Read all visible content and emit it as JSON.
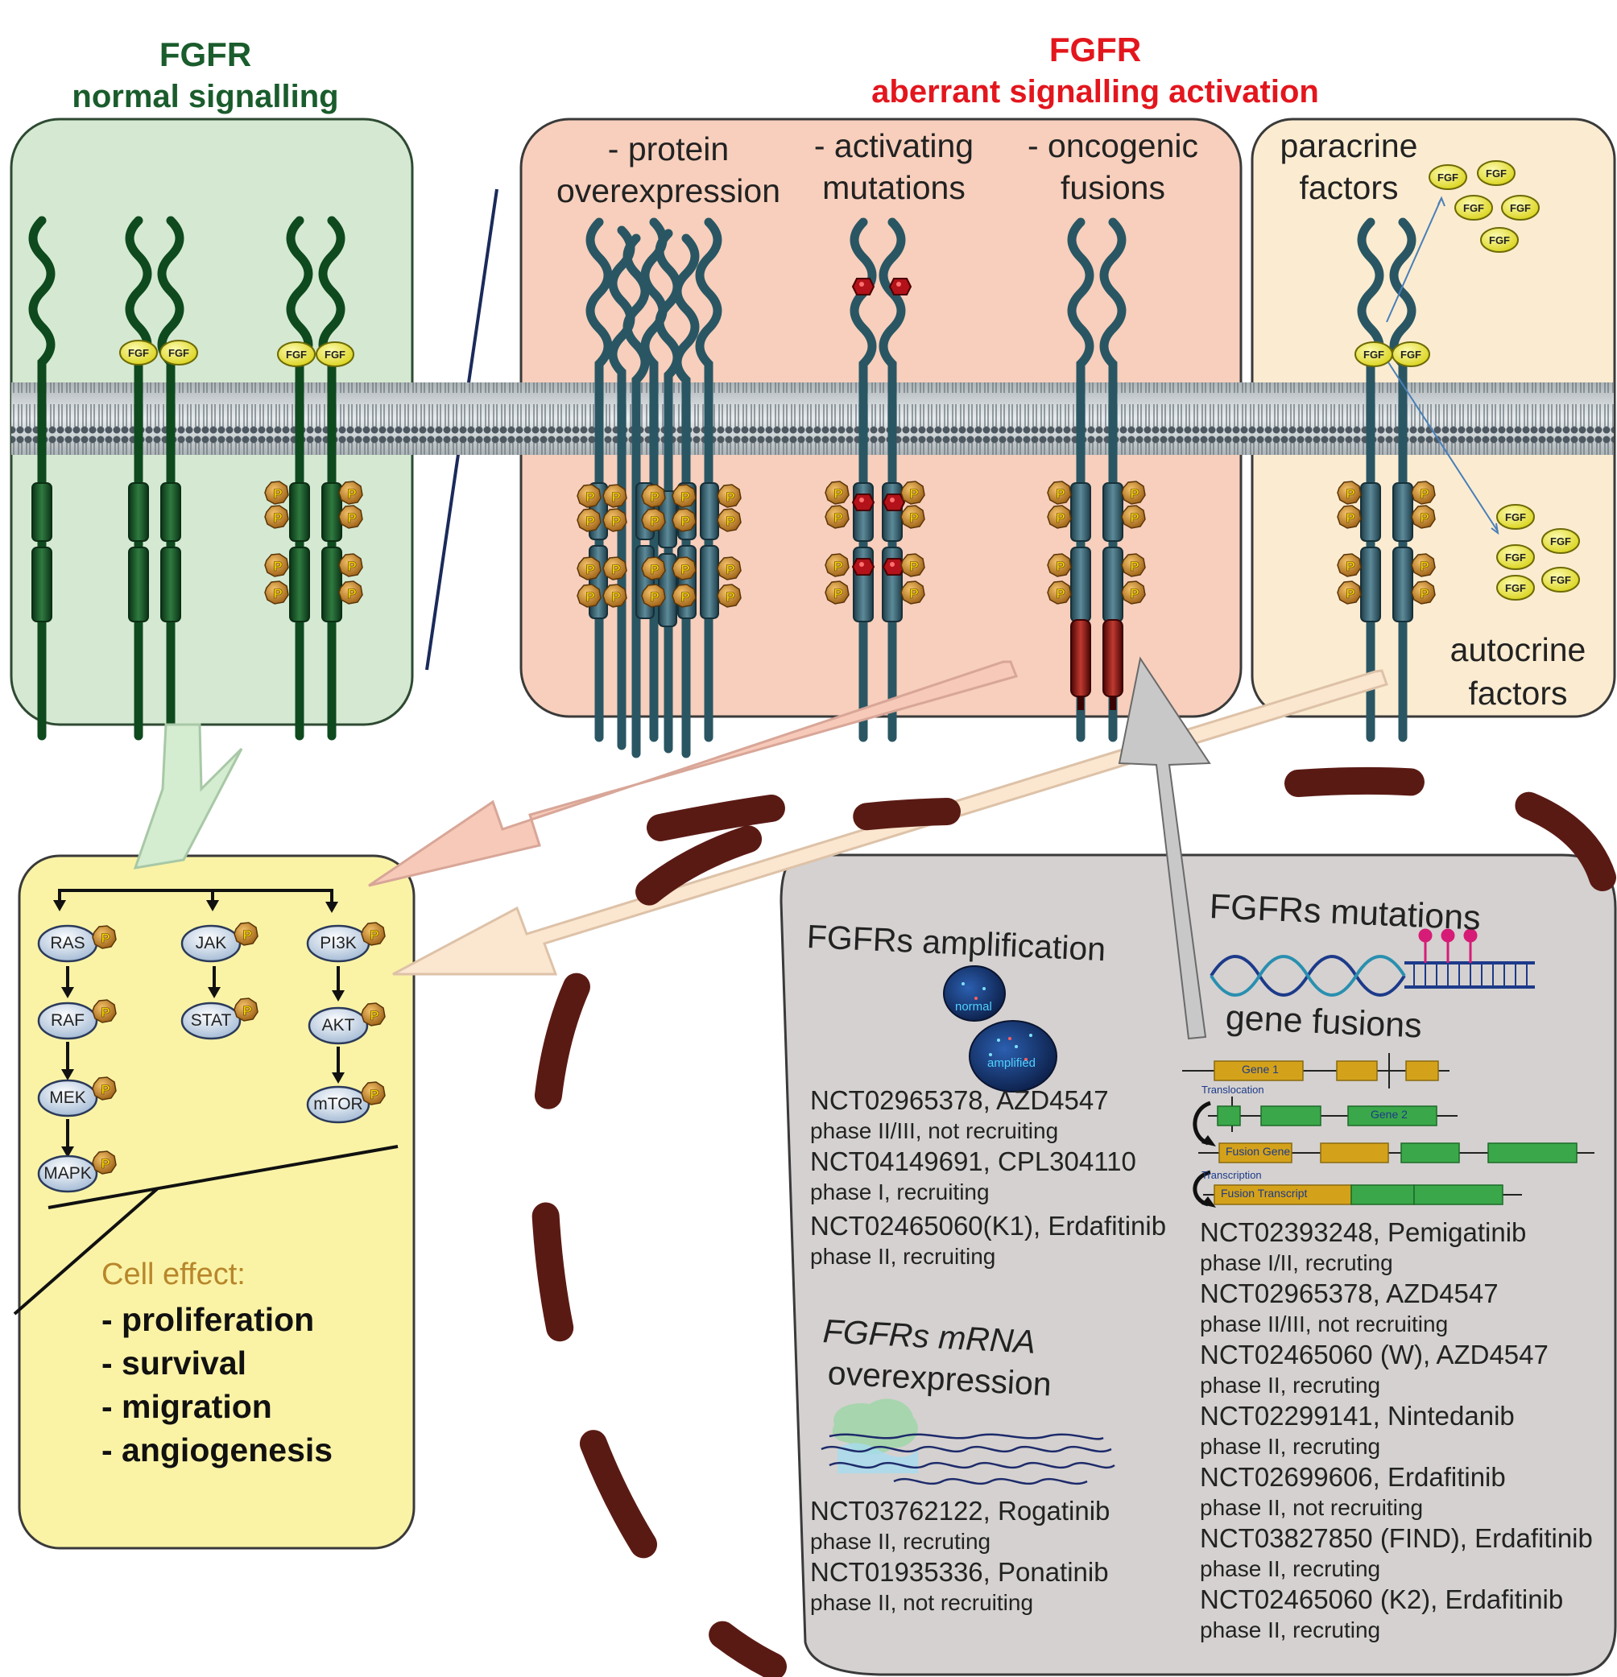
{
  "colors": {
    "normal": "#1a5c2c",
    "aberrant": "#e3161d",
    "cell_effect": "#b8862b"
  },
  "normal_panel": {
    "title_line1": "FGFR",
    "title_line2": "normal signalling"
  },
  "aberrant_panel": {
    "title_line1": "FGFR",
    "title_line2": "aberrant signalling activation",
    "col_overexpression": [
      "- protein",
      "overexpression"
    ],
    "col_mutations": [
      "- activating",
      "mutations"
    ],
    "col_fusions": [
      "- oncogenic",
      "fusions"
    ]
  },
  "paracrine_panel": {
    "paracrine": [
      "paracrine",
      "factors"
    ],
    "autocrine": [
      "autocrine",
      "factors"
    ],
    "ligand": "FGF",
    "phospho": "P"
  },
  "pathway": {
    "ras_branch": [
      "RAS",
      "RAF",
      "MEK",
      "MAPK"
    ],
    "jak_branch": [
      "JAK",
      "STAT"
    ],
    "pi3k_branch": [
      "PI3K",
      "AKT",
      "mTOR"
    ],
    "cell_effect_title": "Cell effect:",
    "effects": [
      "- proliferation",
      "- survival",
      "- migration",
      "- angiogenesis"
    ]
  },
  "nucleus": {
    "amplification": {
      "title": "FGFRs amplification",
      "fish_labels": [
        "normal",
        "amplified"
      ],
      "trials": [
        {
          "id": "NCT02965378, AZD4547",
          "status": "phase II/III, not recruiting"
        },
        {
          "id": "NCT04149691, CPL304110",
          "status": "phase I, recruiting"
        },
        {
          "id": "NCT02465060(K1), Erdafitinib",
          "status": "phase II, recruiting"
        }
      ]
    },
    "mrna": {
      "title_line1": "FGFRs mRNA",
      "title_line2": "overexpression",
      "trials": [
        {
          "id": "NCT03762122, Rogatinib",
          "status": "phase II, recruting"
        },
        {
          "id": "NCT01935336, Ponatinib",
          "status": "phase II, not recruiting"
        }
      ]
    },
    "mutations": {
      "title": "FGFRs mutations",
      "fusion_title": "gene fusions",
      "gene_labels": {
        "gene1": "Gene 1",
        "gene2": "Gene 2",
        "translocation": "Translocation",
        "fusion_gene": "Fusion Gene",
        "transcription": "Transcription",
        "fusion_transcript": "Fusion Transcript"
      },
      "trials": [
        {
          "id": "NCT02393248, Pemigatinib",
          "status": "phase I/II, recruting"
        },
        {
          "id": "NCT02965378, AZD4547",
          "status": "phase II/III, not recruiting"
        },
        {
          "id": "NCT02465060 (W), AZD4547",
          "status": "phase II, recruting"
        },
        {
          "id": "NCT02299141, Nintedanib",
          "status": "phase II, recruting"
        },
        {
          "id": "NCT02699606, Erdafitinib",
          "status": "phase II, not recruiting"
        },
        {
          "id": "NCT03827850 (FIND), Erdafitinib",
          "status": "phase II, recruting"
        },
        {
          "id": "NCT02465060 (K2), Erdafitinib",
          "status": "phase II, recruting"
        }
      ]
    }
  }
}
